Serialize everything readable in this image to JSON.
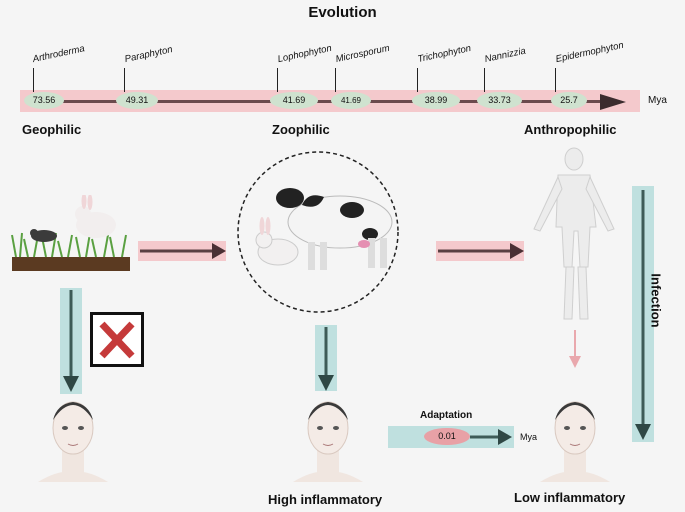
{
  "title": "Evolution",
  "timeline": {
    "unit": "Mya",
    "genera": [
      {
        "name": "Arthroderma",
        "value": "73.56"
      },
      {
        "name": "Paraphyton",
        "value": "49.31"
      },
      {
        "name": "Lophophyton",
        "value": "41.69"
      },
      {
        "name": "Microsporum",
        "value": "41.69"
      },
      {
        "name": "Trichophyton",
        "value": "38.99"
      },
      {
        "name": "Nannizzia",
        "value": "33.73"
      },
      {
        "name": "Epidermophyton",
        "value": "25.7"
      }
    ]
  },
  "categories": {
    "geophilic": "Geophilic",
    "zoophilic": "Zoophilic",
    "anthropophilic": "Anthropophilic"
  },
  "infection_label": "Infection",
  "adaptation": {
    "label": "Adaptation",
    "value": "0.01",
    "unit": "Mya"
  },
  "outcomes": {
    "high": "High inflammatory",
    "low": "Low inflammatory"
  },
  "colors": {
    "pink": "#f4c9cc",
    "teal": "#bfe0df",
    "arrow_dark": "#3d5b57",
    "oval": "#cfe2cf",
    "red_x": "#c53a3a"
  }
}
